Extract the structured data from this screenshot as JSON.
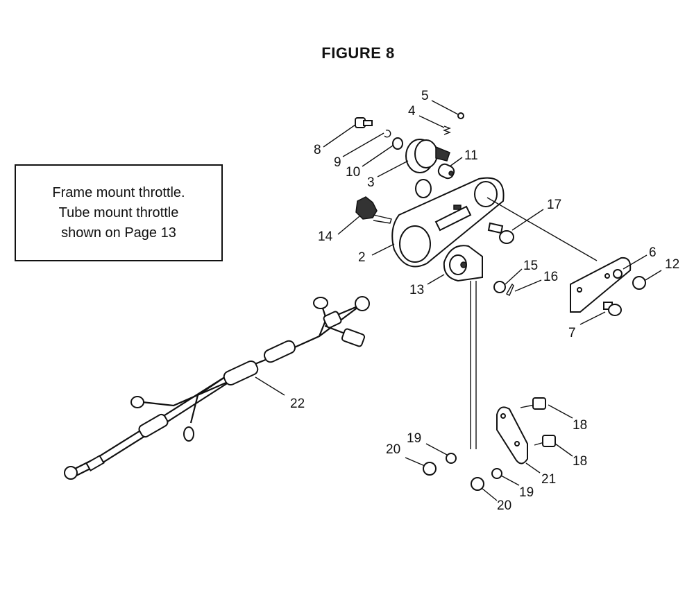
{
  "figure": {
    "title": "FIGURE 8"
  },
  "note": {
    "line1": "Frame mount throttle.",
    "line2": "Tube mount throttle",
    "line3": "shown on Page 13"
  },
  "callouts": {
    "c2": "2",
    "c3": "3",
    "c4": "4",
    "c5": "5",
    "c6": "6",
    "c7": "7",
    "c8": "8",
    "c9": "9",
    "c10": "10",
    "c11": "11",
    "c12": "12",
    "c13": "13",
    "c14": "14",
    "c15": "15",
    "c16": "16",
    "c17": "17",
    "c18a": "18",
    "c18b": "18",
    "c19a": "19",
    "c19b": "19",
    "c20a": "20",
    "c20b": "20",
    "c21": "21",
    "c22": "22"
  }
}
